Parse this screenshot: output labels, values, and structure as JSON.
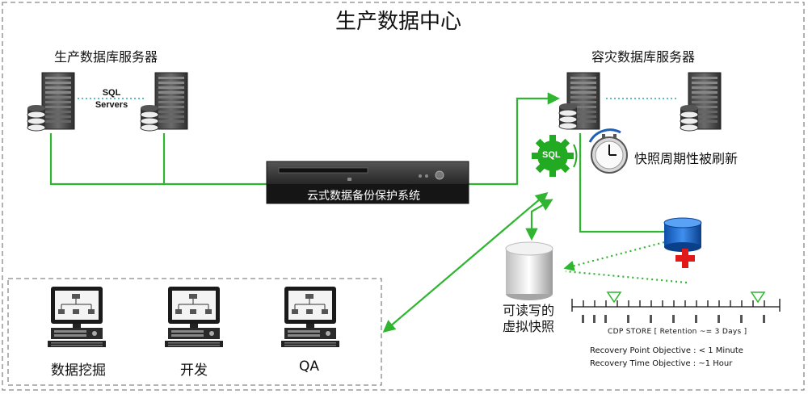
{
  "title": "生产数据中心",
  "prod_server_label": "生产数据库服务器",
  "dr_server_label": "容灾数据库服务器",
  "sql_servers": {
    "line1": "SQL",
    "line2": "Servers"
  },
  "appliance_label": "云式数据备份保护系统",
  "sql_badge": "SQL",
  "snapshot_refresh": "快照周期性被刷新",
  "virtual_snapshot": {
    "line1": "可读写的",
    "line2": "虚拟快照"
  },
  "cdp_store": "CDP STORE [ Retention ~= 3 Days ]",
  "rpo": "Recovery Point Objective : < 1 Minute",
  "rto": "Recovery Time Objective  : ~1 Hour",
  "workstations": [
    {
      "label": "数据挖掘"
    },
    {
      "label": "开发"
    },
    {
      "label": "QA"
    }
  ],
  "colors": {
    "green_line": "#2fb52f",
    "sql_gear": "#22aa22",
    "blue_arc": "#1f5fb8",
    "red_cross": "#e11919",
    "db_blue": "#1f6fcf",
    "dashed_border": "#888888"
  }
}
